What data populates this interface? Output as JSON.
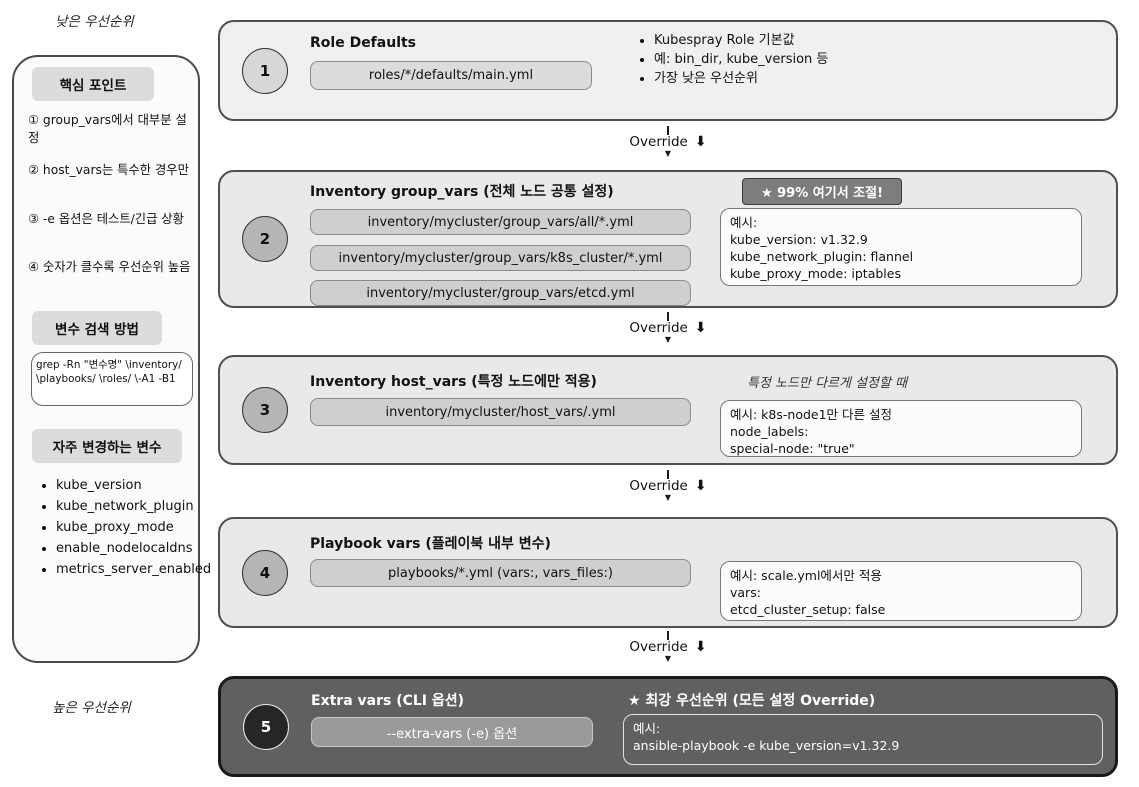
{
  "labels": {
    "low_priority": "낮은 우선순위",
    "high_priority": "높은 우선순위",
    "override": "Override",
    "override_arrow": "⬇"
  },
  "sidebar": {
    "key_points": {
      "title": "핵심 포인트",
      "items": [
        "① group_vars에서 대부분 설정",
        "② host_vars는 특수한 경우만",
        "③ -e 옵션은 테스트/긴급 상황",
        "④ 숫자가 클수록 우선순위 높음"
      ]
    },
    "search_method": {
      "title": "변수 검색 방법",
      "command": "grep -Rn \"변수명\" \\inventory/ \\playbooks/ \\roles/ \\-A1 -B1"
    },
    "frequent_vars": {
      "title": "자주 변경하는 변수",
      "items": [
        "kube_version",
        "kube_network_plugin",
        "kube_proxy_mode",
        "enable_nodelocaldns",
        "metrics_server_enabled"
      ]
    }
  },
  "levels": [
    {
      "number": "1",
      "title": "Role Defaults",
      "paths": [
        "roles/*/defaults/main.yml"
      ],
      "notes": [
        "Kubespray Role 기본값",
        "예: bin_dir, kube_version 등",
        "가장 낮은 우선순위"
      ]
    },
    {
      "number": "2",
      "title": "Inventory group_vars (전체 노드 공통 설정)",
      "paths": [
        "inventory/mycluster/group_vars/all/*.yml",
        "inventory/mycluster/group_vars/k8s_cluster/*.yml",
        "inventory/mycluster/group_vars/etcd.yml"
      ],
      "badge": "★ 99% 여기서 조절!",
      "example": [
        "예시:",
        "kube_version: v1.32.9",
        "kube_network_plugin: flannel",
        "kube_proxy_mode: iptables"
      ]
    },
    {
      "number": "3",
      "title": "Inventory host_vars (특정 노드에만 적용)",
      "paths": [
        "inventory/mycluster/host_vars/.yml"
      ],
      "note_italic": "특정 노드만 다르게 설정할 때",
      "example": [
        "예시: k8s-node1만 다른 설정",
        "node_labels:",
        "special-node: \"true\""
      ]
    },
    {
      "number": "4",
      "title": "Playbook vars (플레이북 내부 변수)",
      "paths": [
        "playbooks/*.yml (vars:, vars_files:)"
      ],
      "example": [
        "예시: scale.yml에서만 적용",
        "vars:",
        "etcd_cluster_setup: false"
      ]
    },
    {
      "number": "5",
      "title": "Extra vars (CLI 옵션)",
      "paths": [
        "--extra-vars (-e) 옵션"
      ],
      "badge": "★ 최강 우선순위 (모든 설정 Override)",
      "example": [
        "예시:",
        "ansible-playbook -e kube_version=v1.32.9"
      ]
    }
  ]
}
